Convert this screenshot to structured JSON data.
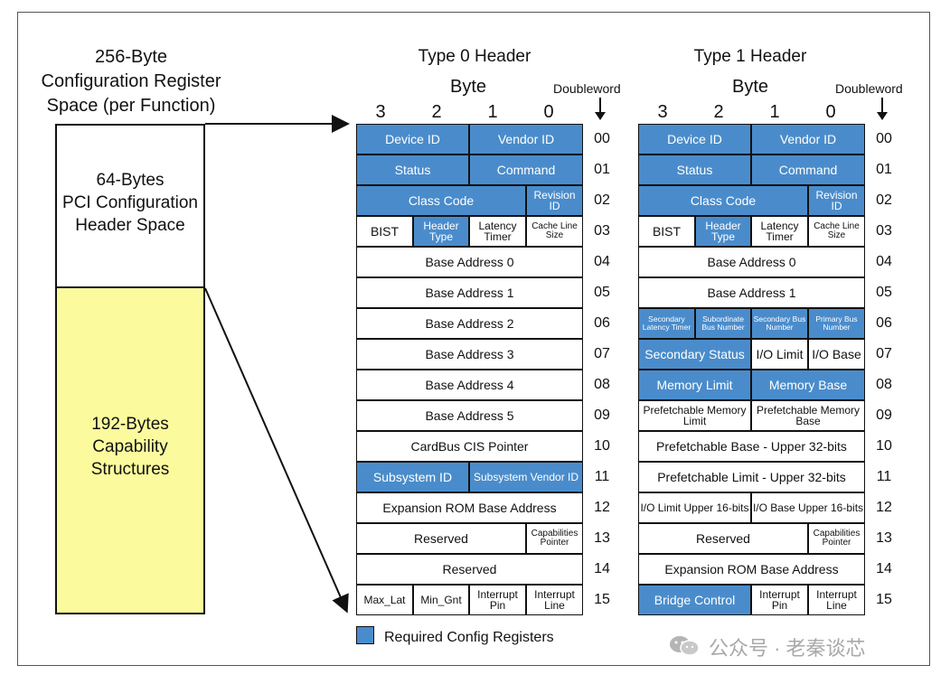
{
  "left": {
    "title_lines": [
      "256-Byte",
      "Configuration Register",
      "Space (per Function)"
    ],
    "header_space_lines": [
      "64-Bytes",
      "PCI Configuration",
      "Header Space"
    ],
    "capability_lines": [
      "192-Bytes",
      "Capability",
      "Structures"
    ]
  },
  "byte_label": "Byte",
  "byte_numbers": [
    "3",
    "2",
    "1",
    "0"
  ],
  "doubleword_label": "Doubleword",
  "type0": {
    "title": "Type 0 Header",
    "rows": [
      {
        "num": "00",
        "cells": [
          {
            "text": "Device ID",
            "req": true
          },
          {
            "text": "Vendor ID",
            "req": true
          }
        ]
      },
      {
        "num": "01",
        "cells": [
          {
            "text": "Status",
            "req": true
          },
          {
            "text": "Command",
            "req": true
          }
        ]
      },
      {
        "num": "02",
        "cells": [
          {
            "text": "Class Code",
            "req": true
          },
          {
            "text": "Revision ID",
            "req": true
          }
        ]
      },
      {
        "num": "03",
        "cells": [
          {
            "text": "BIST",
            "req": false
          },
          {
            "text": "Header Type",
            "req": true
          },
          {
            "text": "Latency Timer",
            "req": false
          },
          {
            "text": "Cache Line Size",
            "req": false
          }
        ]
      },
      {
        "num": "04",
        "cells": [
          {
            "text": "Base Address 0",
            "req": false
          }
        ]
      },
      {
        "num": "05",
        "cells": [
          {
            "text": "Base Address 1",
            "req": false
          }
        ]
      },
      {
        "num": "06",
        "cells": [
          {
            "text": "Base Address 2",
            "req": false
          }
        ]
      },
      {
        "num": "07",
        "cells": [
          {
            "text": "Base Address 3",
            "req": false
          }
        ]
      },
      {
        "num": "08",
        "cells": [
          {
            "text": "Base Address 4",
            "req": false
          }
        ]
      },
      {
        "num": "09",
        "cells": [
          {
            "text": "Base Address 5",
            "req": false
          }
        ]
      },
      {
        "num": "10",
        "cells": [
          {
            "text": "CardBus CIS Pointer",
            "req": false
          }
        ]
      },
      {
        "num": "11",
        "cells": [
          {
            "text": "Subsystem ID",
            "req": true
          },
          {
            "text": "Subsystem Vendor ID",
            "req": true
          }
        ]
      },
      {
        "num": "12",
        "cells": [
          {
            "text": "Expansion ROM Base Address",
            "req": false
          }
        ]
      },
      {
        "num": "13",
        "cells": [
          {
            "text": "Reserved",
            "req": false
          },
          {
            "text": "Capabilities Pointer",
            "req": false
          }
        ]
      },
      {
        "num": "14",
        "cells": [
          {
            "text": "Reserved",
            "req": false
          }
        ]
      },
      {
        "num": "15",
        "cells": [
          {
            "text": "Max_Lat",
            "req": false
          },
          {
            "text": "Min_Gnt",
            "req": false
          },
          {
            "text": "Interrupt Pin",
            "req": false
          },
          {
            "text": "Interrupt Line",
            "req": false
          }
        ]
      }
    ]
  },
  "type1": {
    "title": "Type 1 Header",
    "rows": [
      {
        "num": "00",
        "cells": [
          {
            "text": "Device ID",
            "req": true
          },
          {
            "text": "Vendor ID",
            "req": true
          }
        ]
      },
      {
        "num": "01",
        "cells": [
          {
            "text": "Status",
            "req": true
          },
          {
            "text": "Command",
            "req": true
          }
        ]
      },
      {
        "num": "02",
        "cells": [
          {
            "text": "Class Code",
            "req": true
          },
          {
            "text": "Revision ID",
            "req": true
          }
        ]
      },
      {
        "num": "03",
        "cells": [
          {
            "text": "BIST",
            "req": false
          },
          {
            "text": "Header Type",
            "req": true
          },
          {
            "text": "Latency Timer",
            "req": false
          },
          {
            "text": "Cache Line Size",
            "req": false
          }
        ]
      },
      {
        "num": "04",
        "cells": [
          {
            "text": "Base Address 0",
            "req": false
          }
        ]
      },
      {
        "num": "05",
        "cells": [
          {
            "text": "Base Address 1",
            "req": false
          }
        ]
      },
      {
        "num": "06",
        "cells": [
          {
            "text": "Secondary Latency Timer",
            "req": true
          },
          {
            "text": "Subordinate Bus Number",
            "req": true
          },
          {
            "text": "Secondary Bus Number",
            "req": true
          },
          {
            "text": "Primary Bus Number",
            "req": true
          }
        ]
      },
      {
        "num": "07",
        "cells": [
          {
            "text": "Secondary Status",
            "req": true
          },
          {
            "text": "I/O Limit",
            "req": false
          },
          {
            "text": "I/O Base",
            "req": false
          }
        ]
      },
      {
        "num": "08",
        "cells": [
          {
            "text": "Memory Limit",
            "req": true
          },
          {
            "text": "Memory Base",
            "req": true
          }
        ]
      },
      {
        "num": "09",
        "cells": [
          {
            "text": "Prefetchable Memory Limit",
            "req": false
          },
          {
            "text": "Prefetchable Memory Base",
            "req": false
          }
        ]
      },
      {
        "num": "10",
        "cells": [
          {
            "text": "Prefetchable Base - Upper 32-bits",
            "req": false
          }
        ]
      },
      {
        "num": "11",
        "cells": [
          {
            "text": "Prefetchable Limit - Upper 32-bits",
            "req": false
          }
        ]
      },
      {
        "num": "12",
        "cells": [
          {
            "text": "I/O Limit Upper 16-bits",
            "req": false
          },
          {
            "text": "I/O Base Upper 16-bits",
            "req": false
          }
        ]
      },
      {
        "num": "13",
        "cells": [
          {
            "text": "Reserved",
            "req": false
          },
          {
            "text": "Capabilities Pointer",
            "req": false
          }
        ]
      },
      {
        "num": "14",
        "cells": [
          {
            "text": "Expansion ROM Base Address",
            "req": false
          }
        ]
      },
      {
        "num": "15",
        "cells": [
          {
            "text": "Bridge Control",
            "req": true
          },
          {
            "text": "Interrupt Pin",
            "req": false
          },
          {
            "text": "Interrupt Line",
            "req": false
          }
        ]
      }
    ]
  },
  "legend": {
    "label": "Required Config Registers",
    "color": "#4a8ccb"
  },
  "watermark": "公众号 · 老秦谈芯"
}
